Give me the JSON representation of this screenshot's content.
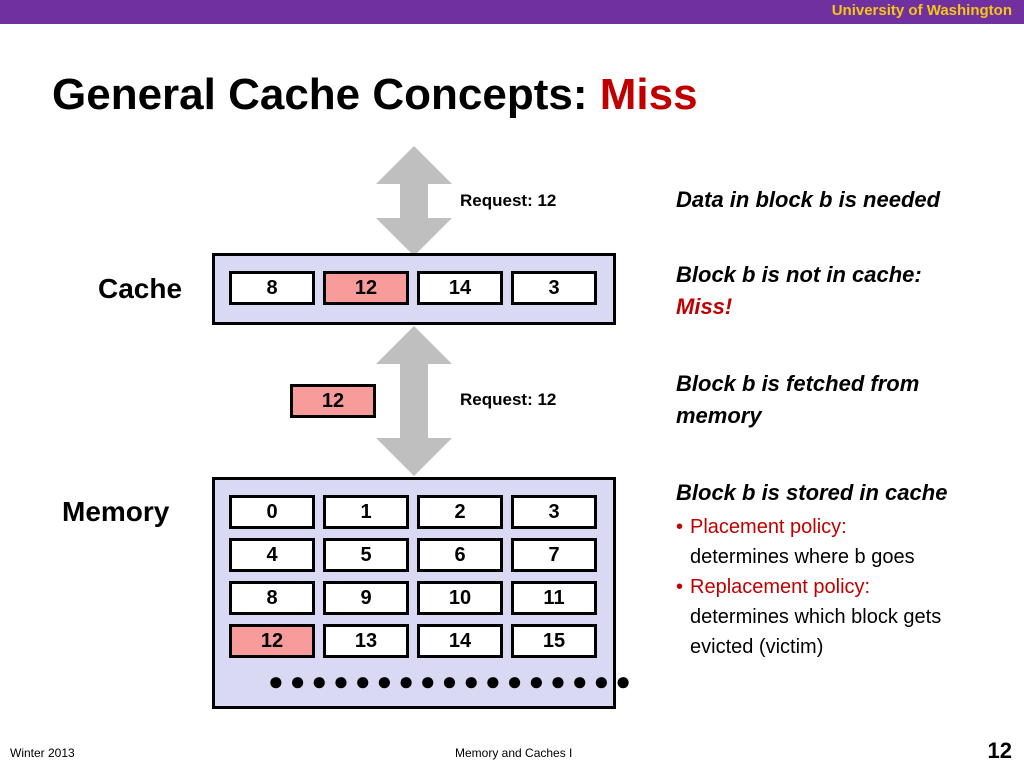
{
  "header": {
    "university": "University of Washington"
  },
  "title": {
    "main": "General Cache Concepts: ",
    "accent": "Miss"
  },
  "labels": {
    "cache": "Cache",
    "memory": "Memory"
  },
  "requests": {
    "top": "Request: 12",
    "middle": "Request: 12"
  },
  "cache": {
    "blocks": [
      "8",
      "12",
      "14",
      "3"
    ]
  },
  "transfer_block": "12",
  "memory": {
    "rows": [
      [
        "0",
        "1",
        "2",
        "3"
      ],
      [
        "4",
        "5",
        "6",
        "7"
      ],
      [
        "8",
        "9",
        "10",
        "11"
      ],
      [
        "12",
        "13",
        "14",
        "15"
      ]
    ]
  },
  "notes": {
    "step1": "Data in block b is needed",
    "step2_line1": "Block b is not in cache:",
    "step2_miss": "Miss!",
    "step3": "Block b is fetched from memory",
    "step4": "Block b is stored in cache",
    "bullets": [
      {
        "head": "Placement policy:",
        "body": "determines where b goes"
      },
      {
        "head": "Replacement policy:",
        "body": "determines which block gets evicted (victim)"
      }
    ]
  },
  "ellipsis": "●●●●●●●●●●●●●●●●●",
  "footer": {
    "left": "Winter 2013",
    "center": "Memory and Caches I",
    "page": "12"
  },
  "colors": {
    "purple": "#7030a0",
    "gold": "#f5c518",
    "red": "#c00000",
    "highlight": "#f79b9b",
    "box": "#d9d9f3",
    "arrow": "#bfbfbf"
  }
}
